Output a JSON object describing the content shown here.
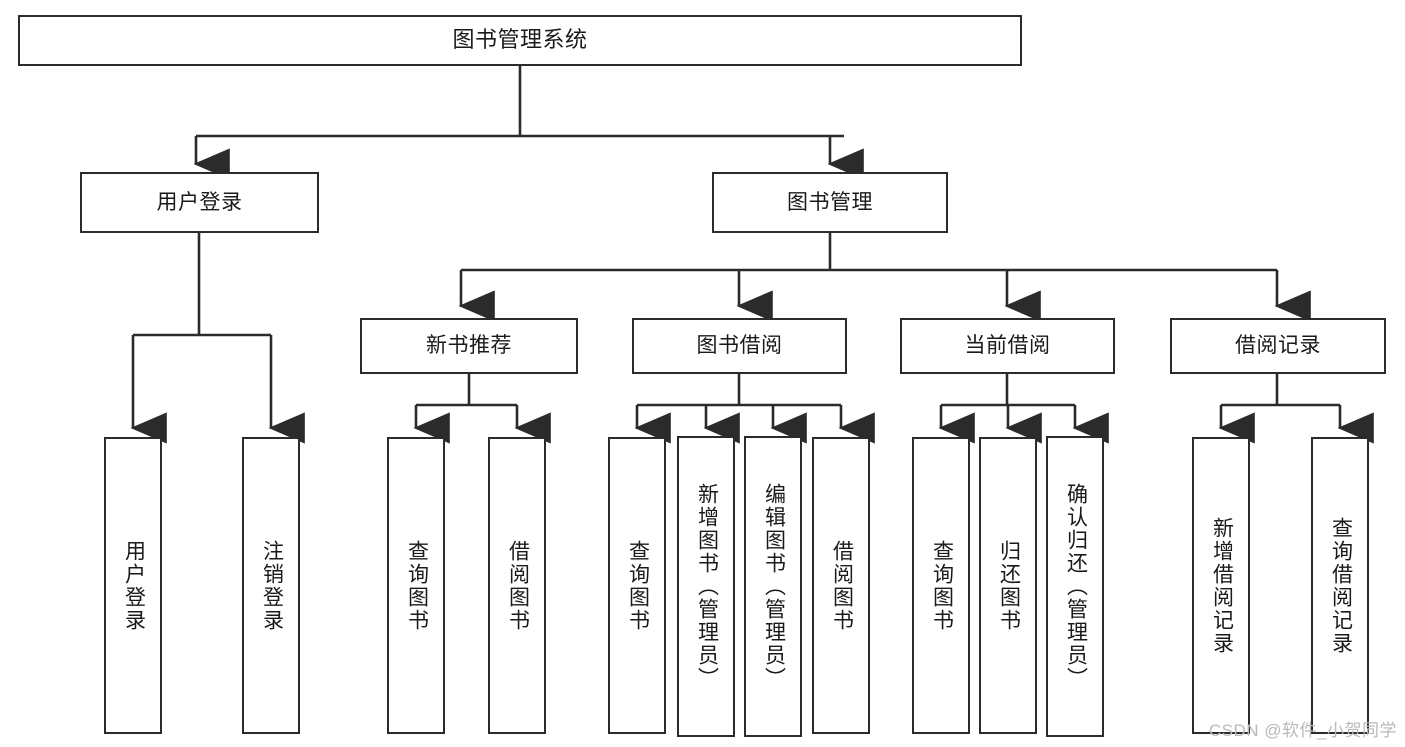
{
  "diagram": {
    "title": "图书管理系统",
    "type": "hierarchy-tree",
    "root": {
      "id": "root",
      "label": "图书管理系统"
    },
    "level1": [
      {
        "id": "user-login",
        "label": "用户登录"
      },
      {
        "id": "book-management",
        "label": "图书管理"
      }
    ],
    "level2": [
      {
        "id": "new-book-recommend",
        "label": "新书推荐",
        "parent": "book-management"
      },
      {
        "id": "book-borrow",
        "label": "图书借阅",
        "parent": "book-management"
      },
      {
        "id": "current-borrow",
        "label": "当前借阅",
        "parent": "book-management"
      },
      {
        "id": "borrow-record",
        "label": "借阅记录",
        "parent": "book-management"
      }
    ],
    "leaves": {
      "user_login": [
        {
          "id": "leaf-user-login",
          "label": "用户登录"
        },
        {
          "id": "leaf-logout",
          "label": "注销登录"
        }
      ],
      "new_book_recommend": [
        {
          "id": "leaf-query-book-1",
          "label": "查询图书"
        },
        {
          "id": "leaf-borrow-book-1",
          "label": "借阅图书"
        }
      ],
      "book_borrow": [
        {
          "id": "leaf-query-book-2",
          "label": "查询图书"
        },
        {
          "id": "leaf-add-book",
          "label": "新增图书（管理员）"
        },
        {
          "id": "leaf-edit-book",
          "label": "编辑图书（管理员）"
        },
        {
          "id": "leaf-borrow-book-2",
          "label": "借阅图书"
        }
      ],
      "current_borrow": [
        {
          "id": "leaf-query-book-3",
          "label": "查询图书"
        },
        {
          "id": "leaf-return-book",
          "label": "归还图书"
        },
        {
          "id": "leaf-confirm-return",
          "label": "确认归还（管理员）"
        }
      ],
      "borrow_record": [
        {
          "id": "leaf-add-record",
          "label": "新增借阅记录"
        },
        {
          "id": "leaf-query-record",
          "label": "查询借阅记录"
        }
      ]
    }
  },
  "watermark": {
    "text": "CSDN @软件_小贺同学"
  },
  "colors": {
    "border": "#2b2b2b",
    "background": "#ffffff",
    "text": "#1a1a1a",
    "watermark": "#b9b9b9"
  }
}
